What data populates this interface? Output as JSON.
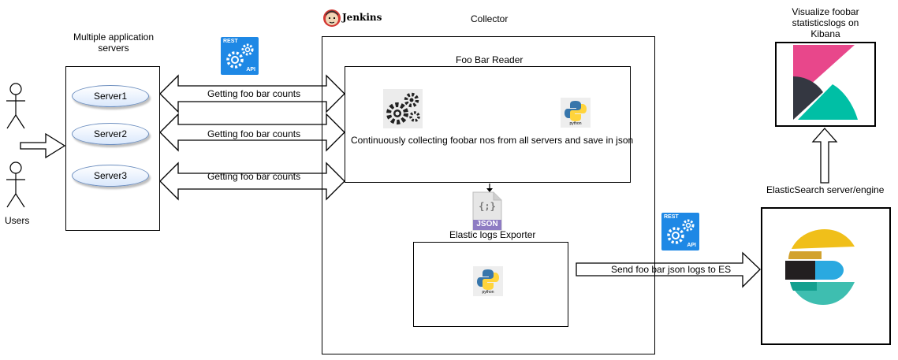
{
  "jenkins": {
    "label": "Jenkins"
  },
  "collector": {
    "title": "Collector"
  },
  "app_servers": {
    "title_line1": "Multiple application",
    "title_line2": "servers",
    "servers": [
      "Server1",
      "Server2",
      "Server3"
    ]
  },
  "users": {
    "label": "Users"
  },
  "rest_api": {
    "top": "REST",
    "bottom": "API"
  },
  "links": {
    "server1": "Getting foo bar counts",
    "server2": "Getting foo bar counts",
    "server3": "Getting foo bar counts",
    "to_es": "Send foo bar json logs to ES"
  },
  "foo_bar_reader": {
    "title": "Foo Bar Reader",
    "description": "Continuously collecting foobar nos from all servers and save in json"
  },
  "json_icon": {
    "braces": "{;}",
    "label": "JSON"
  },
  "python_icon": {
    "label": "python"
  },
  "exporter": {
    "title": "Elastic logs Exporter"
  },
  "kibana": {
    "line1": "Visualize foobar",
    "line2": "statisticslogs on",
    "line3": "Kibana"
  },
  "elasticsearch": {
    "label": "ElasticSearch server/engine"
  },
  "colors": {
    "ellipse_border": "#6c8ebf",
    "ellipse_fill": "#dae8fc",
    "rest_blue": "#1e88e5",
    "kibana_pink": "#e8478b",
    "kibana_teal": "#00bfa5",
    "kibana_dark": "#343741",
    "es_yellow": "#f0bf1a",
    "es_blue": "#2aa9e0",
    "es_teal": "#3ebeb0",
    "es_gold": "#d2a22f"
  }
}
